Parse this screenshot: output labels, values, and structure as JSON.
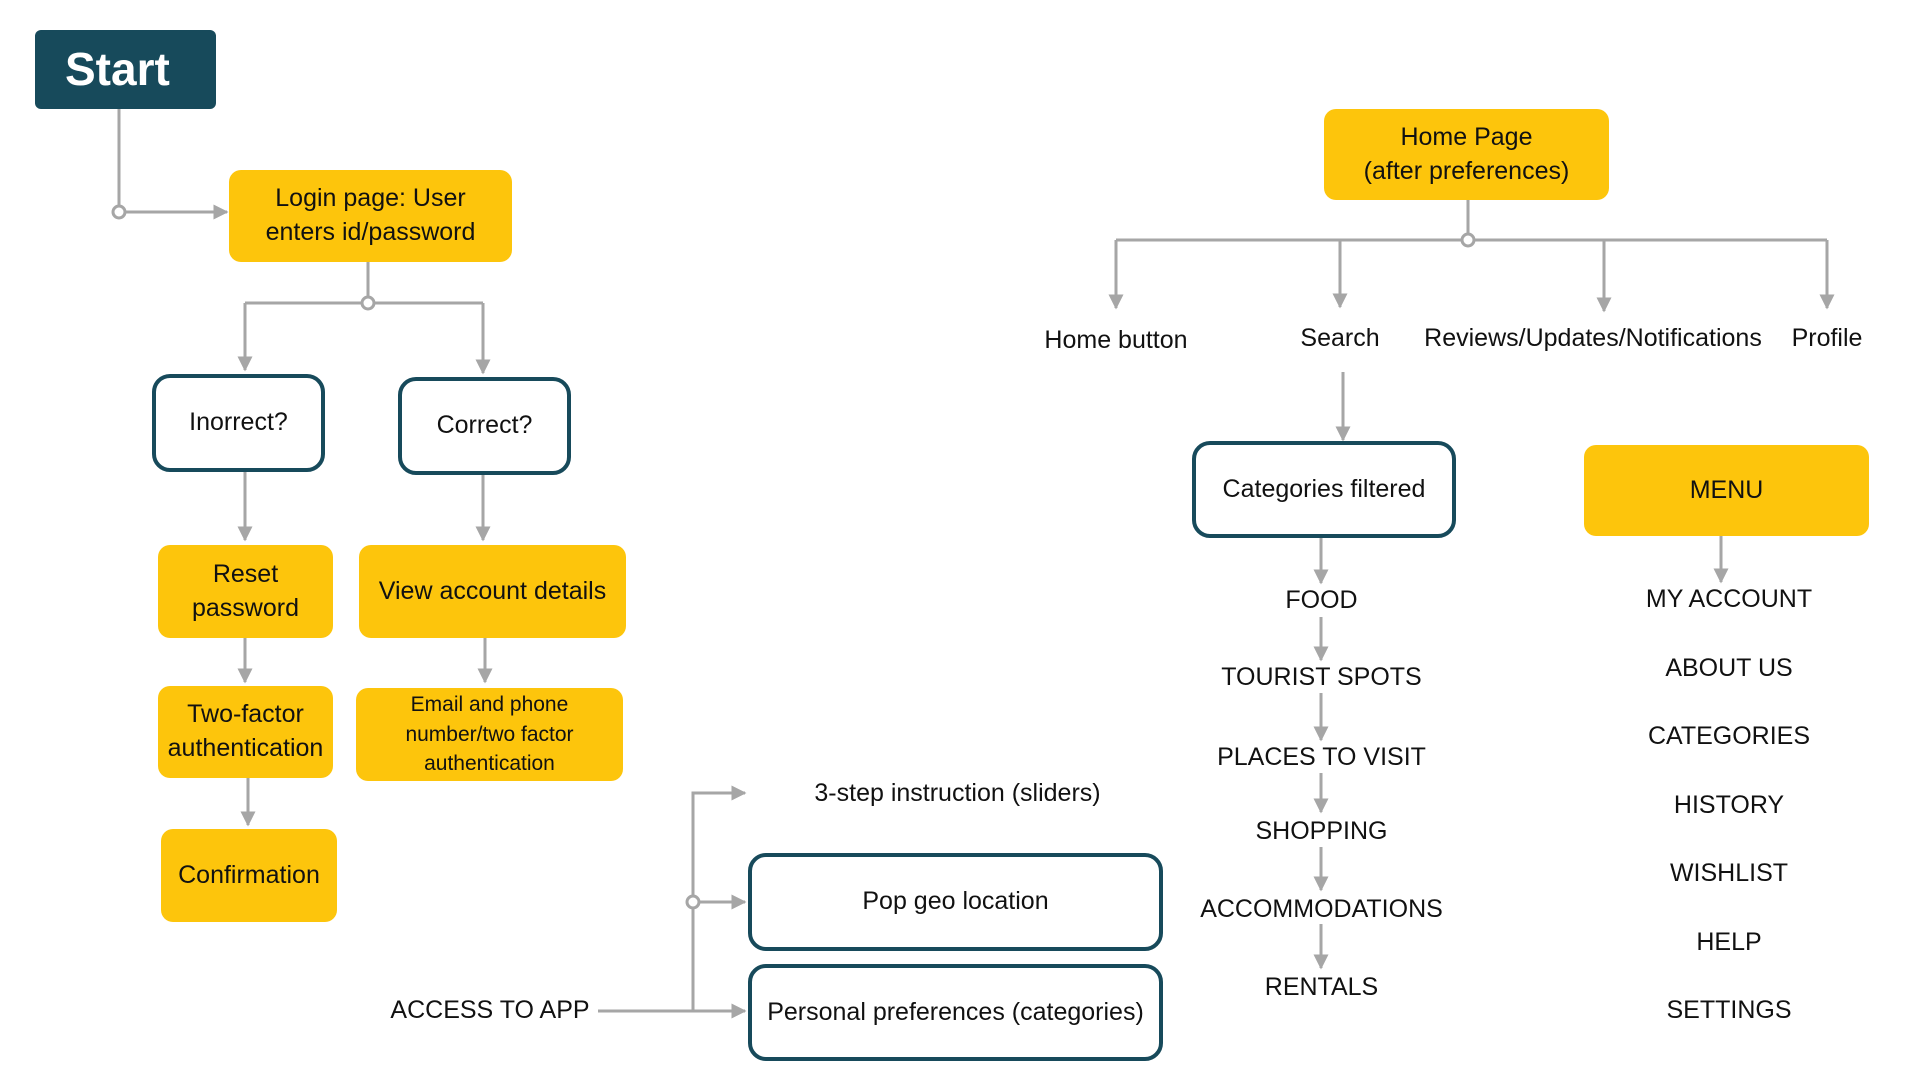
{
  "start": "Start",
  "login": "Login page: User\nenters id/password",
  "incorrect": "Inorrect?",
  "correct": "Correct?",
  "reset": "Reset\npassword",
  "view_account": "View account details",
  "two_factor": "Two-factor\nauthentication",
  "email_phone": "Email and phone\nnumber/two factor\nauthentication",
  "confirmation": "Confirmation",
  "home_page": "Home Page\n(after preferences)",
  "nav": {
    "home_button": "Home button",
    "search": "Search",
    "reviews": "Reviews/Updates/Notifications",
    "profile": "Profile"
  },
  "categories_filtered": "Categories filtered",
  "categories_list": [
    "FOOD",
    "TOURIST SPOTS",
    "PLACES TO VISIT",
    "SHOPPING",
    "ACCOMMODATIONS",
    "RENTALS"
  ],
  "menu": "MENU",
  "menu_items": [
    "MY ACCOUNT",
    "ABOUT US",
    "CATEGORIES",
    "HISTORY",
    "WISHLIST",
    "HELP",
    "SETTINGS"
  ],
  "access": "ACCESS TO APP",
  "instruction": "3-step instruction (sliders)",
  "geo": "Pop geo location",
  "preferences": "Personal preferences (categories)",
  "colors": {
    "yellow": "#fdc50c",
    "teal": "#174a5b",
    "connector": "#a6a6a6"
  }
}
